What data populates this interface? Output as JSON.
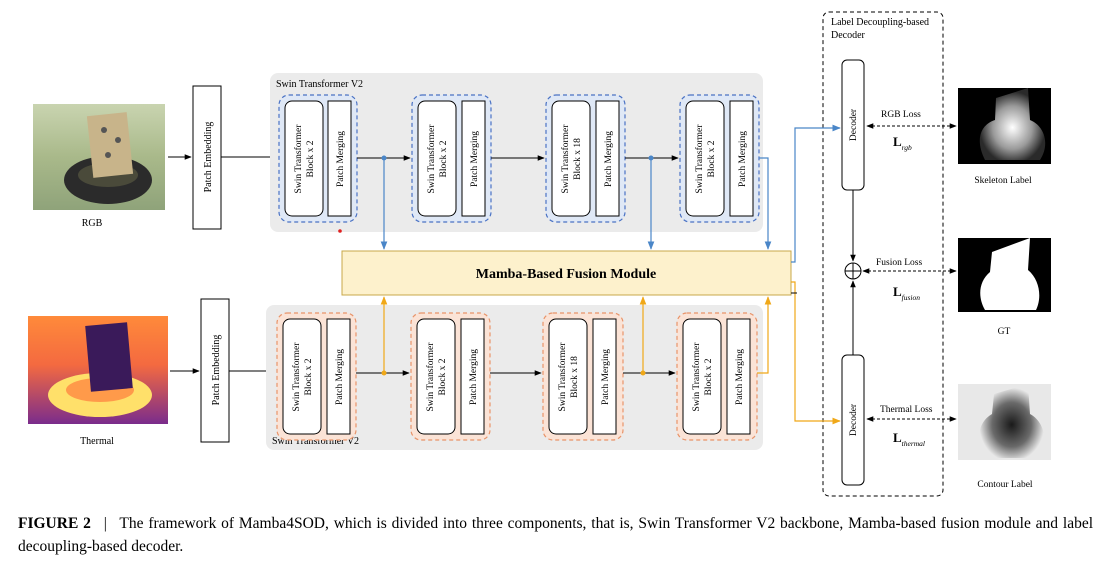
{
  "inputs": {
    "rgb_label": "RGB",
    "thermal_label": "Thermal"
  },
  "patch_embedding_label": "Patch Embedding",
  "backbone_top_label": "Swin Transformer V2",
  "backbone_bottom_label": "Swin Transformer V2",
  "stages": [
    {
      "block_line1": "Swin Transformer",
      "block_line2": "Block x 2",
      "merge": "Patch Merging"
    },
    {
      "block_line1": "Swin Transformer",
      "block_line2": "Block x 2",
      "merge": "Patch Merging"
    },
    {
      "block_line1": "Swin Transformer",
      "block_line2": "Block x 18",
      "merge": "Patch Merging"
    },
    {
      "block_line1": "Swin Transformer",
      "block_line2": "Block x 2",
      "merge": "Patch Merging"
    }
  ],
  "fusion_module_label": "Mamba-Based Fusion Module",
  "decoder_panel": {
    "title_line1": "Label Decoupling-based",
    "title_line2": "Decoder",
    "decoder_label": "Decoder",
    "rgb_loss": "RGB Loss",
    "rgb_loss_symbol": "L",
    "rgb_loss_sub": "rgb",
    "fusion_loss": "Fusion Loss",
    "fusion_loss_symbol": "L",
    "fusion_loss_sub": "fusion",
    "thermal_loss": "Thermal Loss",
    "thermal_loss_symbol": "L",
    "thermal_loss_sub": "thermal"
  },
  "outputs": {
    "skeleton_label": "Skeleton Label",
    "gt_label": "GT",
    "contour_label": "Contour Label"
  },
  "caption": {
    "figure_number": "FIGURE 2",
    "separator": "|",
    "text": "The framework of Mamba4SOD, which is divided into three components, that is, Swin Transformer V2 backbone, Mamba-based fusion module and label decoupling-based decoder."
  },
  "colors": {
    "blue_arrow": "#4a86c8",
    "orange_arrow": "#f0a818",
    "blue_dash": "#4a72c4",
    "orange_dash": "#e8946a",
    "blue_fill": "#dfe8f6",
    "orange_fill": "#fbe3d6",
    "panel_gray": "#ebebeb",
    "fusion_fill": "#fdf1cc",
    "fusion_border": "#c8a84a"
  }
}
